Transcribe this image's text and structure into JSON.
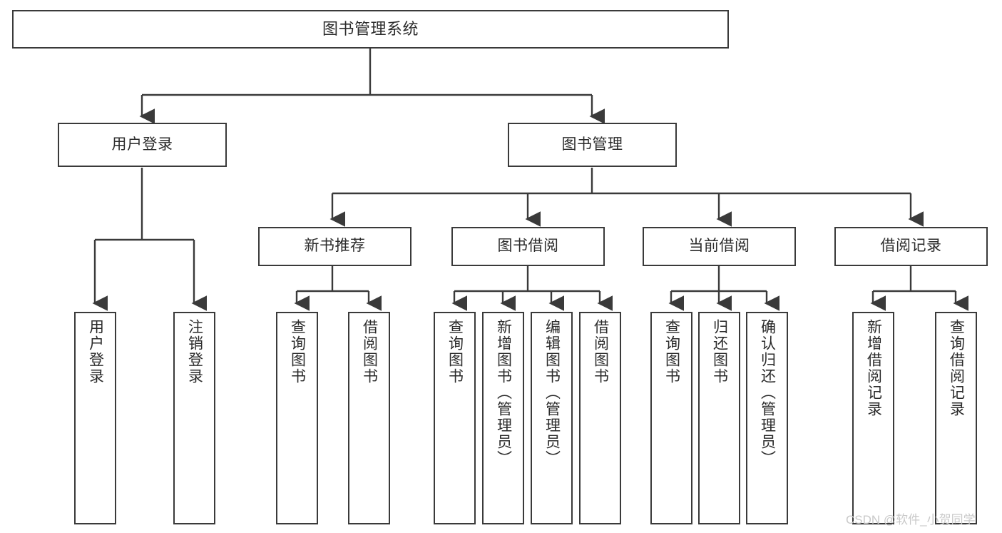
{
  "diagram": {
    "title": "图书管理系统",
    "type": "tree",
    "watermark": "CSDN @软件_小贺同学",
    "colors": {
      "background": "#ffffff",
      "node_border": "#3a3a3a",
      "node_fill": "#ffffff",
      "edge": "#3a3a3a",
      "text": "#2b2b2b",
      "watermark": "#c9c9c9"
    },
    "levels": {
      "root": {
        "label": "图书管理系统"
      },
      "level1": [
        {
          "id": "user-login",
          "label": "用户登录"
        },
        {
          "id": "book-manage",
          "label": "图书管理"
        }
      ],
      "level2": [
        {
          "id": "new-book-recommend",
          "label": "新书推荐",
          "parent": "book-manage"
        },
        {
          "id": "book-borrow",
          "label": "图书借阅",
          "parent": "book-manage"
        },
        {
          "id": "current-borrow",
          "label": "当前借阅",
          "parent": "book-manage"
        },
        {
          "id": "borrow-record",
          "label": "借阅记录",
          "parent": "book-manage"
        }
      ],
      "leaves": [
        {
          "id": "leaf-user-login",
          "label": "用户登录",
          "parent": "user-login"
        },
        {
          "id": "leaf-logout-login",
          "label": "注销登录",
          "parent": "user-login"
        },
        {
          "id": "leaf-query-book-1",
          "label": "查询图书",
          "parent": "new-book-recommend"
        },
        {
          "id": "leaf-borrow-book-1",
          "label": "借阅图书",
          "parent": "new-book-recommend"
        },
        {
          "id": "leaf-query-book-2",
          "label": "查询图书",
          "parent": "book-borrow"
        },
        {
          "id": "leaf-add-book",
          "label": "新增图书（管理员）",
          "parent": "book-borrow"
        },
        {
          "id": "leaf-edit-book",
          "label": "编辑图书（管理员）",
          "parent": "book-borrow"
        },
        {
          "id": "leaf-borrow-book-2",
          "label": "借阅图书",
          "parent": "book-borrow"
        },
        {
          "id": "leaf-query-book-3",
          "label": "查询图书",
          "parent": "current-borrow"
        },
        {
          "id": "leaf-return-book",
          "label": "归还图书",
          "parent": "current-borrow"
        },
        {
          "id": "leaf-confirm-return",
          "label": "确认归还（管理员）",
          "parent": "current-borrow"
        },
        {
          "id": "leaf-add-record",
          "label": "新增借阅记录",
          "parent": "borrow-record"
        },
        {
          "id": "leaf-query-record",
          "label": "查询借阅记录",
          "parent": "borrow-record"
        }
      ]
    }
  }
}
